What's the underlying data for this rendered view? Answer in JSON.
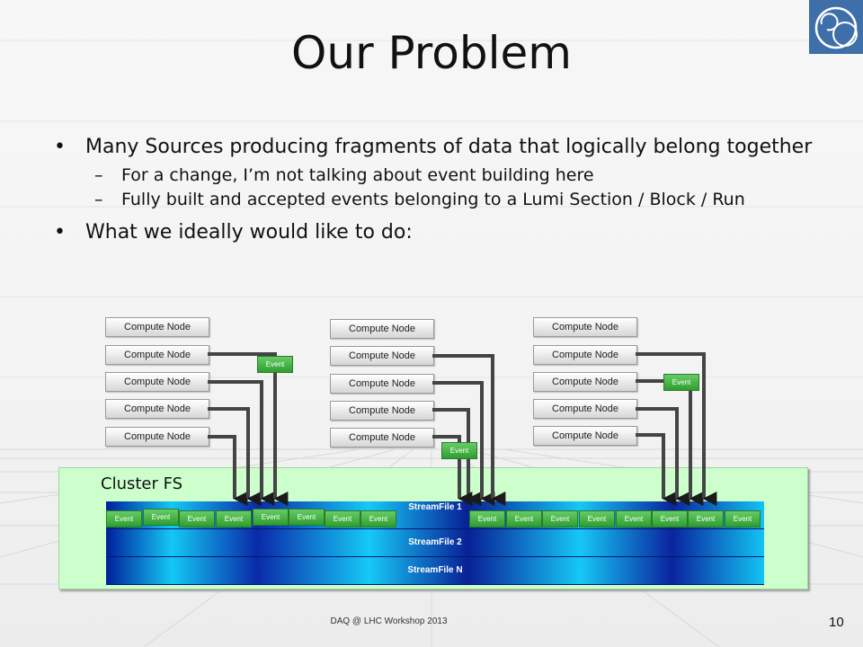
{
  "slide": {
    "title": "Our Problem",
    "bullets": [
      "Many Sources producing fragments of data that logically belong together",
      "What we ideally would like to do:"
    ],
    "sub_bullets": [
      "For a change, I’m not talking about event building here",
      "Fully built and accepted events belonging to a Lumi Section / Block / Run"
    ],
    "bullet_glyph": "•",
    "dash_glyph": "–",
    "logo_icon": "cern-logo-icon",
    "footer": "DAQ @ LHC Workshop 2013",
    "page_number": "10"
  },
  "diagram": {
    "node_label": "Compute Node",
    "event_label": "Event",
    "cluster_label": "Cluster FS",
    "streams": [
      "StreamFile 1",
      "StreamFile 2",
      "StreamFile N"
    ],
    "colors": {
      "cluster_bg": "#ccffcc",
      "event_green": "#44b044",
      "stream_dark": "#00209a",
      "stream_light": "#13c8f4",
      "logo_blue": "#3e6fa8"
    }
  }
}
